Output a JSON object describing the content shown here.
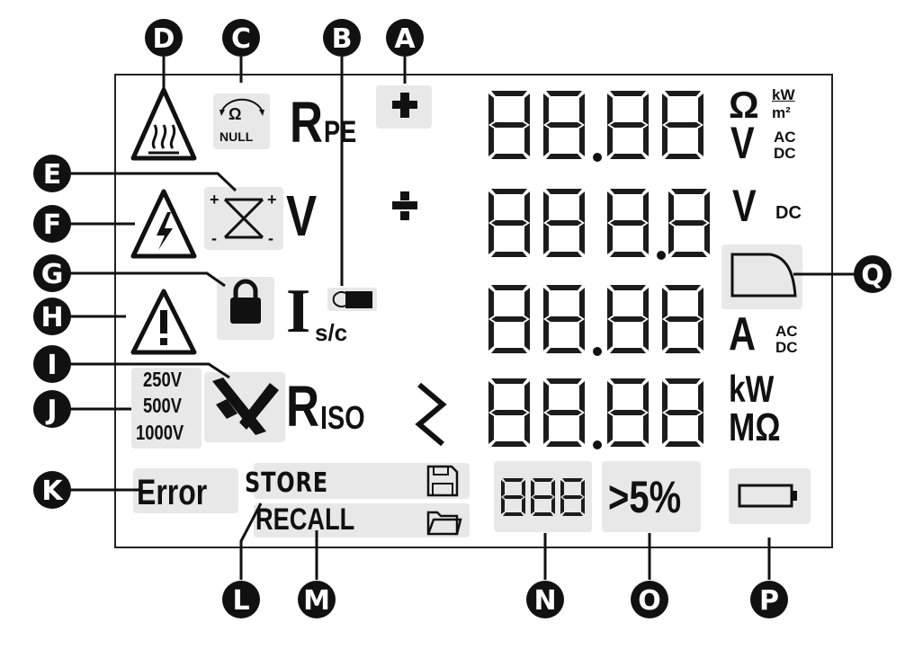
{
  "callouts": [
    "A",
    "B",
    "C",
    "D",
    "E",
    "F",
    "G",
    "H",
    "I",
    "J",
    "K",
    "L",
    "M",
    "N",
    "O",
    "P",
    "Q"
  ],
  "display": {
    "digit_rows": [
      "88.88",
      "888.8",
      "88.88",
      "88.88"
    ],
    "counter": "888",
    "row1_units": {
      "ohm": "Ω",
      "kw": "kW",
      "m2": "m²",
      "v": "V",
      "ac": "AC",
      "dc": "DC"
    },
    "row2_units": {
      "v": "V",
      "dc": "DC"
    },
    "row3_units": {
      "a": "A",
      "ac": "AC",
      "dc": "DC"
    },
    "row4_units": {
      "kw": "kW",
      "mohm": "MΩ"
    },
    "rpe": {
      "r": "R",
      "sub": "PE"
    },
    "volt": "V",
    "isc": {
      "i": "I",
      "sub": "s/c"
    },
    "riso": {
      "r": "R",
      "sub": "ISO"
    },
    "null_label": "NULL",
    "null_omega": "Ω",
    "voltages": [
      "250V",
      "500V",
      "1000V"
    ],
    "error": "Error",
    "store": "STORE",
    "recall": "RECALL",
    "percent": ">5%",
    "plus": "+",
    "minus": "-"
  },
  "colors": {
    "segments": "#1c1c1c",
    "pads": "#e8e8e8",
    "callout_fill": "#111111",
    "callout_text": "#ffffff"
  },
  "icons": [
    "heat-warning-icon",
    "null-dial-icon",
    "polarity-icon",
    "hazard-voltage-icon",
    "lock-icon",
    "caution-icon",
    "wrong-connection-icon",
    "floppy-disk-icon",
    "folder-icon",
    "battery-icon",
    "curve-icon",
    "clamp-icon",
    "chevron-icon"
  ]
}
